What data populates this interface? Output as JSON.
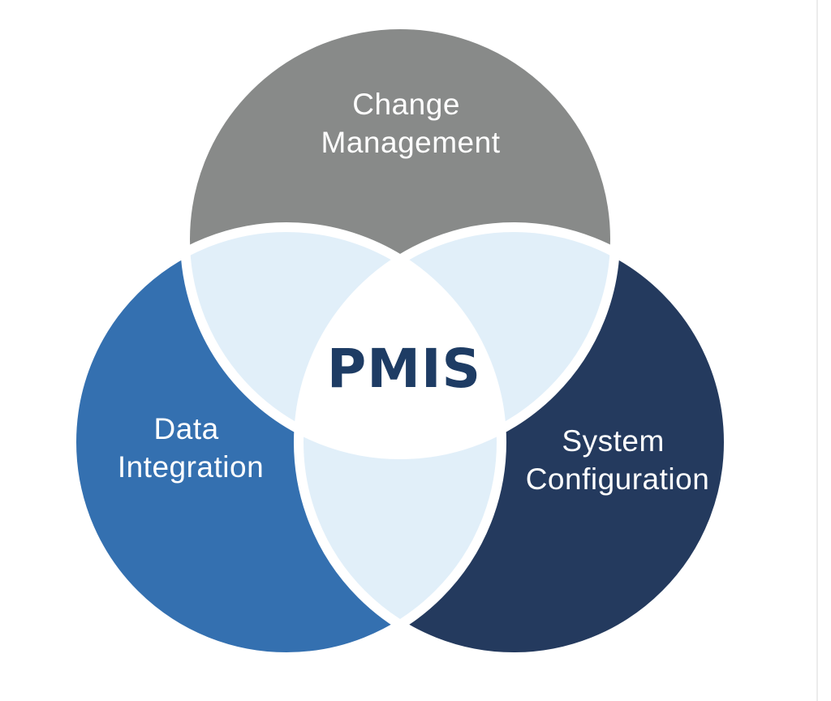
{
  "diagram": {
    "center_label": "PMIS",
    "segments": [
      {
        "key": "top",
        "lines": [
          "Change",
          "Management"
        ]
      },
      {
        "key": "left",
        "lines": [
          "Data",
          "Integration"
        ]
      },
      {
        "key": "right",
        "lines": [
          "System",
          "Configuration"
        ]
      }
    ]
  },
  "colors": {
    "top": "#888a89",
    "left": "#3470b0",
    "right": "#243a5e",
    "overlap": "#e1eff9",
    "center": "#ffffff",
    "center_text": "#1e3c64",
    "gap": "#ffffff"
  }
}
